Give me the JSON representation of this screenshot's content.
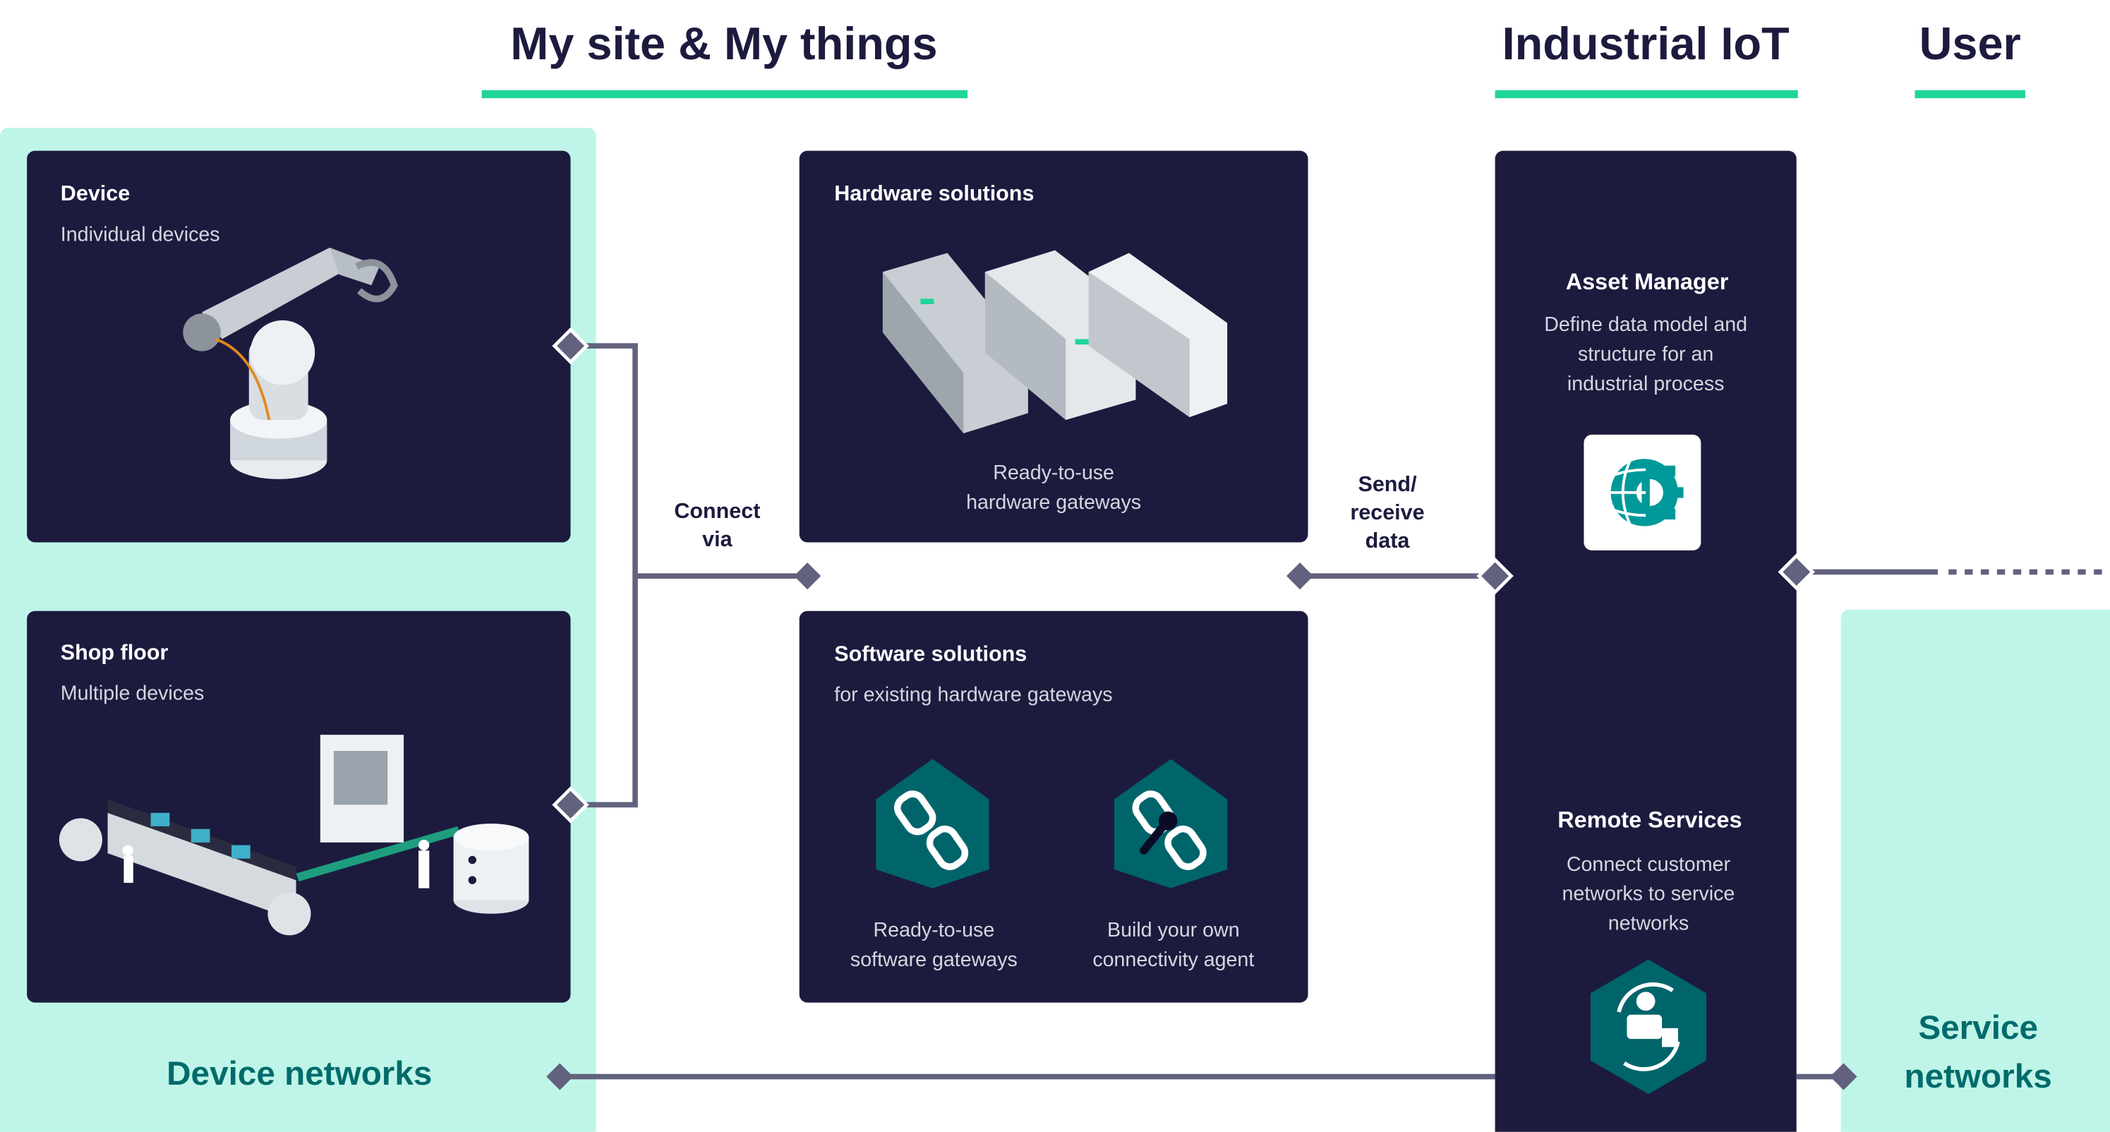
{
  "headers": {
    "my_site": "My site & My things",
    "industrial_iot": "Industrial IoT",
    "user": "User"
  },
  "device_networks": {
    "label": "Device networks",
    "device": {
      "title": "Device",
      "subtitle": "Individual devices"
    },
    "shop_floor": {
      "title": "Shop floor",
      "subtitle": "Multiple devices"
    }
  },
  "connect_via": {
    "line1": "Connect",
    "line2": "via"
  },
  "hardware": {
    "title": "Hardware solutions",
    "caption1": "Ready-to-use",
    "caption2": "hardware gateways"
  },
  "software": {
    "title": "Software solutions",
    "subtitle": "for existing hardware gateways",
    "items": [
      {
        "line1": "Ready-to-use",
        "line2": "software gateways",
        "icon": "chain-link-icon"
      },
      {
        "line1": "Build your own",
        "line2": "connectivity agent",
        "icon": "chain-wrench-icon"
      }
    ]
  },
  "send_receive": {
    "line1": "Send/",
    "line2": "receive",
    "line3": "data"
  },
  "iot": {
    "asset_manager": {
      "title": "Asset Manager",
      "line1": "Define data model and",
      "line2": "structure for an",
      "line3": "industrial process",
      "icon": "globe-gear-icon"
    },
    "remote_services": {
      "title": "Remote Services",
      "line1": "Connect customer",
      "line2": "networks to service",
      "line3": "networks",
      "icon": "remote-technician-icon"
    }
  },
  "service_networks": {
    "line1": "Service",
    "line2": "networks"
  },
  "colors": {
    "navy": "#1c1b3e",
    "mint": "#bff5e9",
    "accent": "#1fd59a",
    "teal": "#00656b",
    "connector": "#62627e"
  }
}
